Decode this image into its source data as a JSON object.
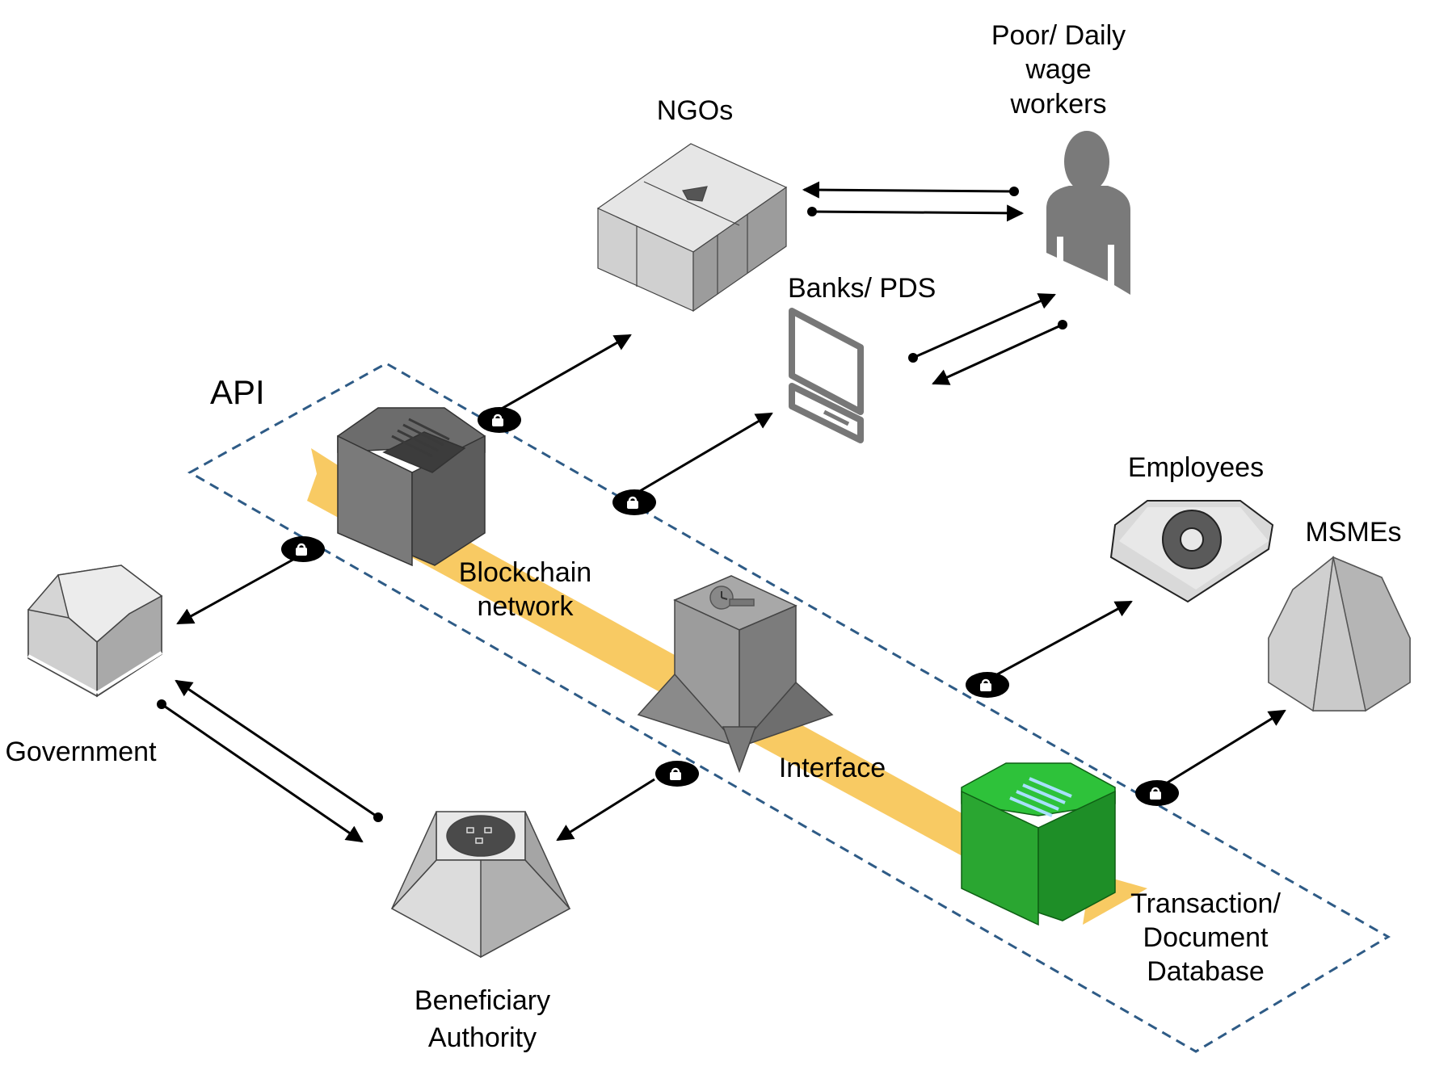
{
  "labels": {
    "api": "API",
    "ngos": "NGOs",
    "poor_line1": "Poor/ Daily",
    "poor_line2": "wage",
    "poor_line3": "workers",
    "banks": "Banks/ PDS",
    "employees": "Employees",
    "msmes": "MSMEs",
    "blockchain_line1": "Blockchain",
    "blockchain_line2": "network",
    "government": "Government",
    "interface": "Interface",
    "transaction_line1": "Transaction/",
    "transaction_line2": "Document",
    "transaction_line3": "Database",
    "beneficiary_line1": "Beneficiary",
    "beneficiary_line2": "Authority"
  },
  "colors": {
    "band": "#f8ca63",
    "dashed": "#2e5b86",
    "green_top": "#2ec23a",
    "green_side": "#1e8e27",
    "gray_dark": "#6a6a6a",
    "gray_light": "#e2e2e2"
  }
}
